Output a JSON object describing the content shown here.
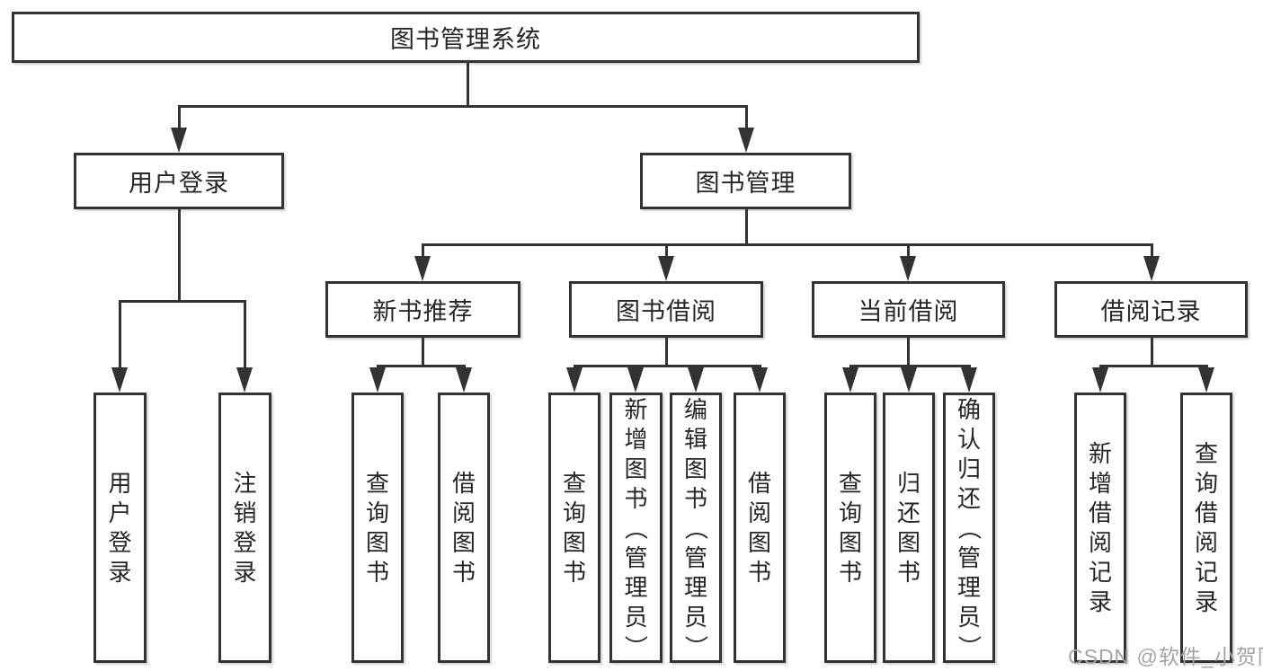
{
  "tree": {
    "root": {
      "label": "图书管理系统"
    },
    "branches": [
      {
        "label": "用户登录",
        "children": [
          {
            "label": "用户登录"
          },
          {
            "label": "注销登录"
          }
        ]
      },
      {
        "label": "图书管理",
        "children": [
          {
            "label": "新书推荐",
            "children": [
              {
                "label": "查询图书"
              },
              {
                "label": "借阅图书"
              }
            ]
          },
          {
            "label": "图书借阅",
            "children": [
              {
                "label": "查询图书"
              },
              {
                "label": "新增图书（管理员）"
              },
              {
                "label": "编辑图书（管理员）"
              },
              {
                "label": "借阅图书"
              }
            ]
          },
          {
            "label": "当前借阅",
            "children": [
              {
                "label": "查询图书"
              },
              {
                "label": "归还图书"
              },
              {
                "label": "确认归还（管理员）"
              }
            ]
          },
          {
            "label": "借阅记录",
            "children": [
              {
                "label": "新增借阅记录"
              },
              {
                "label": "查询借阅记录"
              }
            ]
          }
        ]
      }
    ]
  },
  "watermark": {
    "text": "CSDN @软件_小贺同学"
  },
  "colors": {
    "line": "#333333",
    "text": "#262626",
    "background": "#ffffff",
    "watermark": "#a3a3a3"
  }
}
